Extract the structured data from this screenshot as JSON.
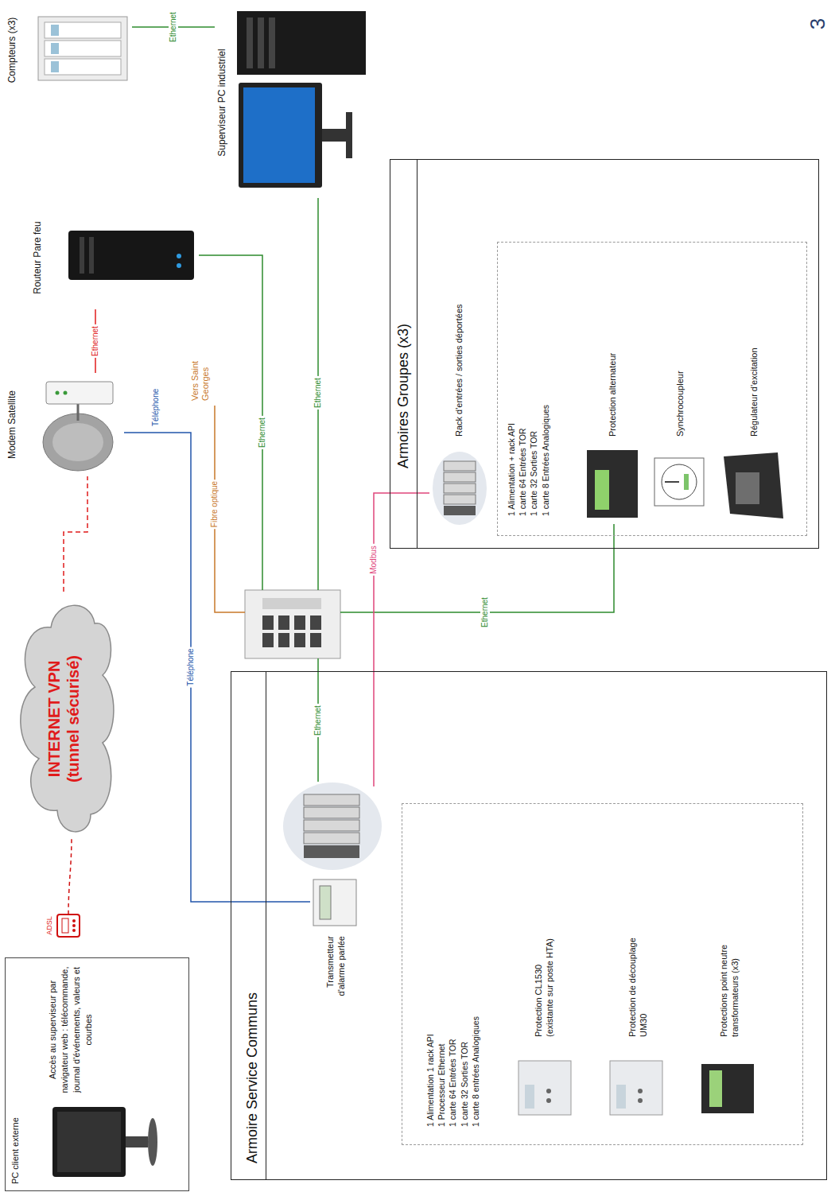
{
  "diagram": {
    "nodes": [
      {
        "text": [
          "PC client externe",
          "Accès au superviseur par navigateur web : télécommande, journal d'événements, valeurs et courbes"
        ]
      },
      {
        "text": [
          "INTERNET VPN (tunnel sécurisé)"
        ]
      },
      {
        "text": [
          "Modem Satellite"
        ]
      },
      {
        "text": [
          "Routeur Pare feu"
        ]
      },
      {
        "text": [
          "Superviseur PC industriel"
        ]
      },
      {
        "text": [
          "Compteurs (x3)"
        ]
      },
      {
        "text": [
          "Armoire Service Communs"
        ]
      },
      {
        "text": [
          "Transmetteur d'alarme parlée"
        ],
        "in": 6
      },
      {
        "text": [
          "1 Alimentation 1 rack API",
          "1 Processeur Ethernet",
          "1 carte 64 Entrées TOR",
          "1 carte 32 Sorties TOR",
          "1 carte 8 entrées Analogiques"
        ],
        "in": 6
      },
      {
        "text": [
          "Protection CL1530 (existante sur poste HTA)"
        ],
        "in": 8
      },
      {
        "text": [
          "Protection de découplage UM30"
        ],
        "in": 8
      },
      {
        "text": [
          "Protections point neutre transformateurs (x3)"
        ],
        "in": 8
      },
      {
        "text": [
          "Armoires Groupes (x3)"
        ]
      },
      {
        "text": [
          "Rack d'entrées / sorties déportées"
        ],
        "in": 12
      },
      {
        "text": [
          "1 Alimentation + rack API",
          "1 carte 64 Entrées TOR",
          "1 carte 32 Sorties TOR",
          "1 carte 8 Entrées Analogiques"
        ],
        "in": 12
      },
      {
        "text": [
          "Protection alternateur"
        ],
        "in": 14
      },
      {
        "text": [
          "Synchrocoupleur"
        ],
        "in": 14
      },
      {
        "text": [
          "Régulateur d'excitation"
        ],
        "in": 14
      }
    ],
    "edges": [
      {
        "from": 1,
        "to": 2,
        "arrow": "none"
      },
      {
        "from": 2,
        "to": 3,
        "label": "Ethernet",
        "arrow": "none"
      },
      {
        "from": 5,
        "to": 4,
        "label": "Ethernet",
        "arrow": "none"
      },
      {
        "from": 7,
        "to": 2,
        "label": "Téléphone",
        "arrow": "none"
      }
    ],
    "labels": [
      "Fibre optique",
      "Vers Saint Georges",
      "Téléphone",
      "ADSL",
      "Ethernet",
      "Ethernet",
      "Ethernet",
      "Ethernet",
      "Modbus",
      "3"
    ]
  }
}
